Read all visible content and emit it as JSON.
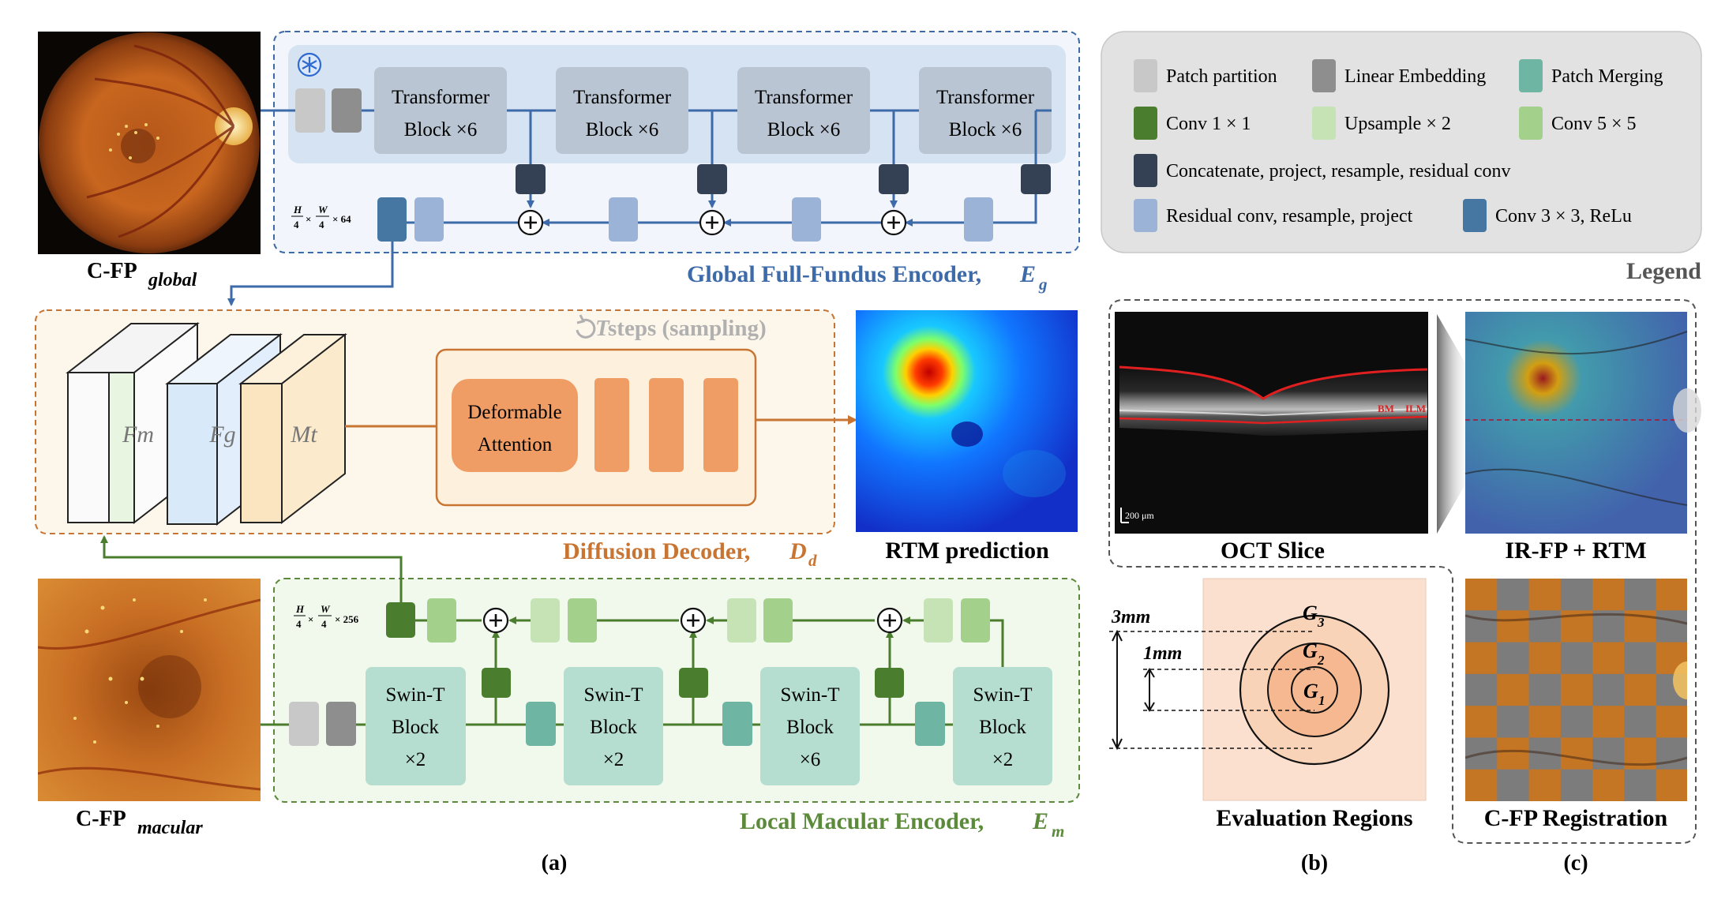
{
  "images": {
    "cfp_global_label": "C-FP",
    "cfp_global_sub": "global",
    "cfp_macular_label": "C-FP",
    "cfp_macular_sub": "macular",
    "rtm_label": "RTM prediction",
    "oct_label": "OCT Slice",
    "oct_scale": "200 μm",
    "oct_rpe_label": "BM",
    "oct_ilm_label": "ILM",
    "irfp_label": "IR-FP  +  RTM",
    "registration_label": "C-FP Registration"
  },
  "global_encoder": {
    "title": "Global Full-Fundus Encoder, ",
    "symbol": "E",
    "sub": "g",
    "blocks": [
      {
        "line1": "Transformer",
        "line2": "Block ×6"
      },
      {
        "line1": "Transformer",
        "line2": "Block ×6"
      },
      {
        "line1": "Transformer",
        "line2": "Block ×6"
      },
      {
        "line1": "Transformer",
        "line2": "Block ×6"
      }
    ],
    "dims": {
      "h": "H",
      "hd": "4",
      "w": "W",
      "wd": "4",
      "c": "× 64"
    }
  },
  "local_encoder": {
    "title": "Local Macular Encoder, ",
    "symbol": "E",
    "sub": "m",
    "blocks": [
      {
        "line1": "Swin-T",
        "line2": "Block",
        "line3": "×2"
      },
      {
        "line1": "Swin-T",
        "line2": "Block",
        "line3": "×2"
      },
      {
        "line1": "Swin-T",
        "line2": "Block",
        "line3": "×6"
      },
      {
        "line1": "Swin-T",
        "line2": "Block",
        "line3": "×2"
      }
    ],
    "dims": {
      "h": "H",
      "hd": "4",
      "w": "W",
      "wd": "4",
      "c": "× 256"
    }
  },
  "decoder": {
    "title": "Diffusion Decoder, ",
    "symbol": "D",
    "sub": "d",
    "steps_symbol": "T",
    "steps_text": " steps (sampling)",
    "features": [
      "Fm",
      "Fg",
      "Mt"
    ],
    "attention_line1": "Deformable",
    "attention_line2": "Attention"
  },
  "legend": {
    "title": "Legend",
    "items": [
      {
        "label": "Patch partition",
        "color": "#c8c8c8"
      },
      {
        "label": "Linear Embedding",
        "color": "#8e8e8e"
      },
      {
        "label": "Patch Merging",
        "color": "#6fb5a4"
      },
      {
        "label": "Conv 1 × 1",
        "color": "#4a7d2e"
      },
      {
        "label": "Upsample × 2",
        "color": "#c6e3b6"
      },
      {
        "label": "Conv 5 × 5",
        "color": "#a3d18b"
      },
      {
        "label": "Concatenate, project, resample, residual conv",
        "color": "#344154"
      },
      {
        "label": "Residual conv, resample,  project",
        "color": "#9bb3d6"
      },
      {
        "label": "Conv 3 × 3, ReLu",
        "color": "#4577a2"
      }
    ]
  },
  "eval_regions": {
    "title": "Evaluation Regions",
    "g3": "G",
    "g3_sub": "3",
    "g2": "G",
    "g2_sub": "2",
    "g1": "G",
    "g1_sub": "1",
    "label_3mm": "3mm",
    "label_1mm": "1mm"
  },
  "panel_labels": {
    "a": "(a)",
    "b": "(b)",
    "c": "(c)"
  },
  "colors": {
    "global_blue": "#3d6aa8",
    "local_green": "#5a8a3a",
    "decoder_orange": "#c87533",
    "legend_bg": "#e2e2e2"
  }
}
